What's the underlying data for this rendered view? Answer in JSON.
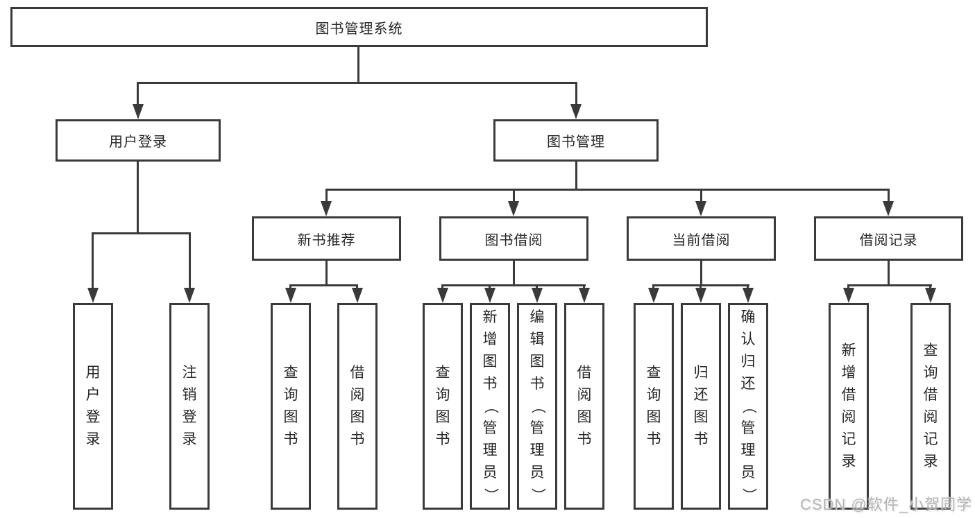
{
  "tree": {
    "root": "图书管理系统",
    "user_login": {
      "label": "用户登录",
      "children": [
        "用户登录",
        "注销登录"
      ]
    },
    "book_management": {
      "label": "图书管理",
      "sections": [
        {
          "label": "新书推荐",
          "children": [
            "查询图书",
            "借阅图书"
          ]
        },
        {
          "label": "图书借阅",
          "children": [
            "查询图书",
            "新增图书（管理员）",
            "编辑图书（管理员）",
            "借阅图书"
          ]
        },
        {
          "label": "当前借阅",
          "children": [
            "查询图书",
            "归还图书",
            "确认归还（管理员）"
          ]
        },
        {
          "label": "借阅记录",
          "children": [
            "新增借阅记录",
            "查询借阅记录"
          ]
        }
      ]
    }
  },
  "watermark": "CSDN @软件_小贺同学",
  "colors": {
    "line": "#3a3a3a",
    "text": "#262626",
    "watermark": "#b5b5b5",
    "background": "#ffffff"
  }
}
